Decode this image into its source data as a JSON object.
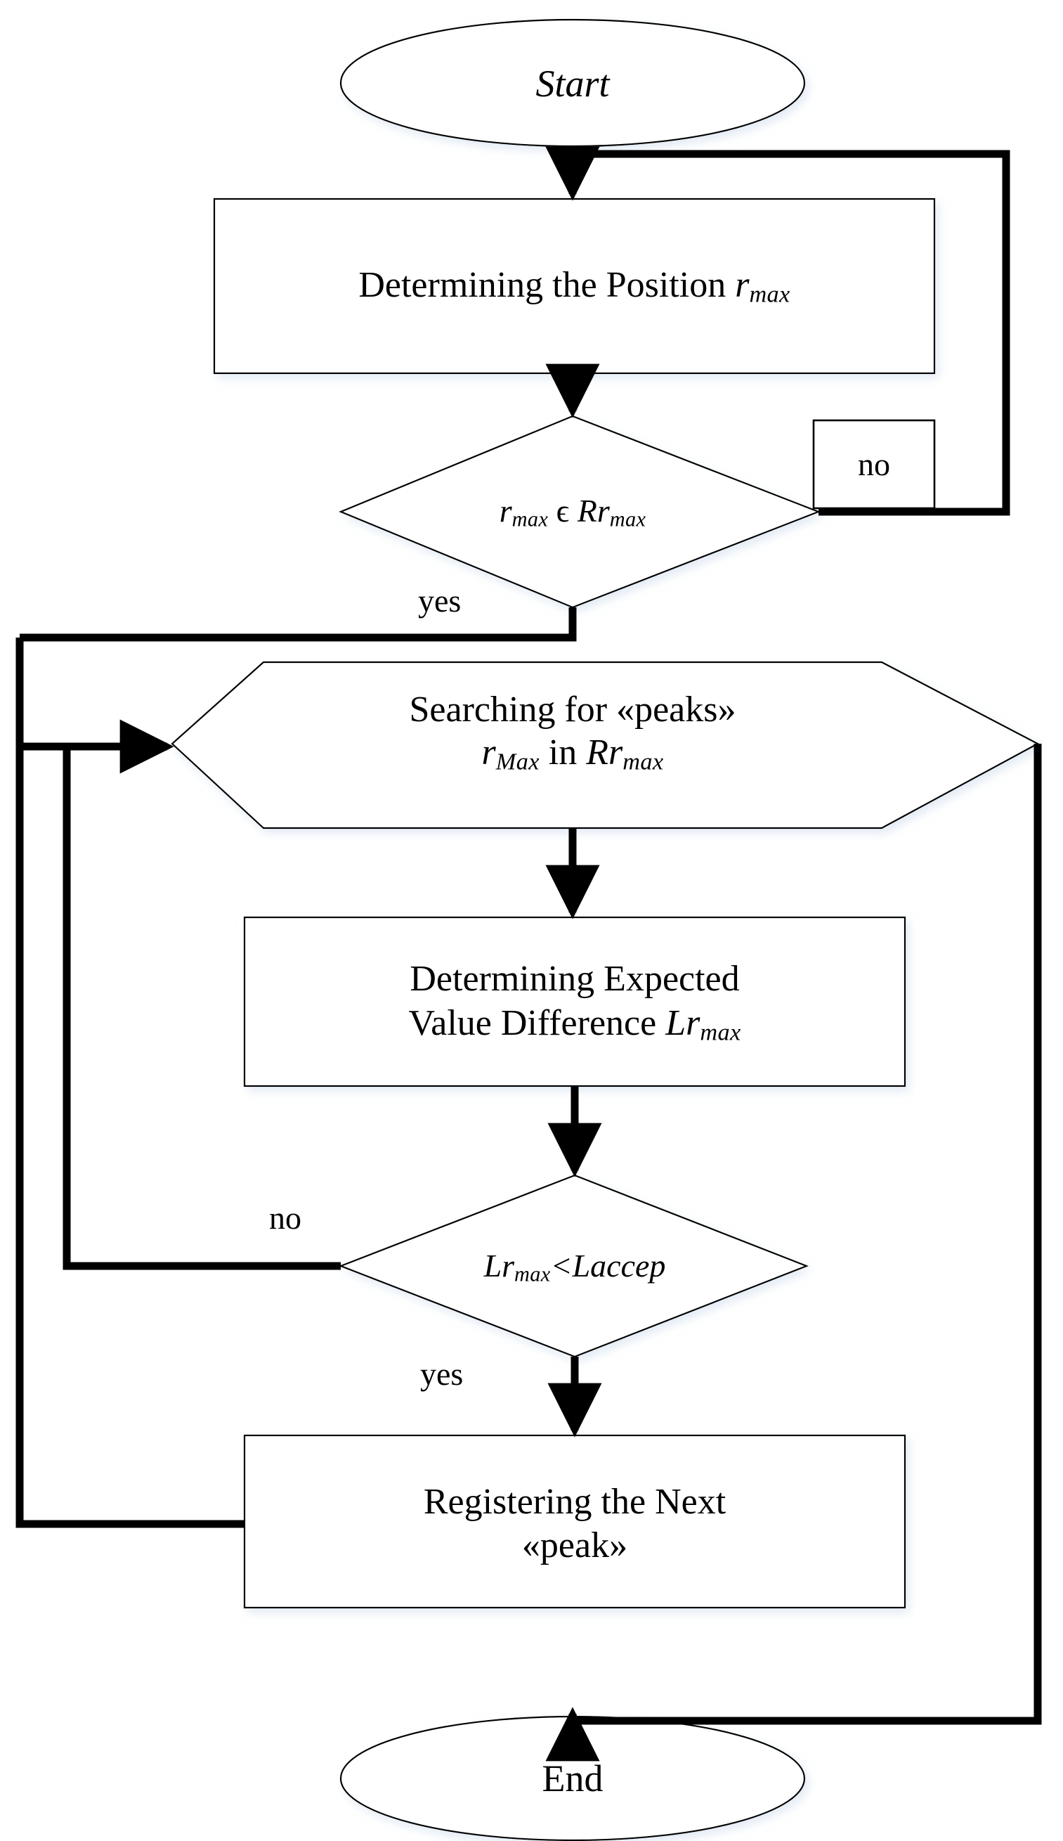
{
  "diagram": {
    "title": "Peak search algorithm flowchart",
    "colors": {
      "shape_stroke": "#000000",
      "shape_fill": "#ffffff",
      "connector": "#000000",
      "shadow": "#eef3f8",
      "background": "#ffffff"
    },
    "nodes": [
      {
        "id": "start",
        "type": "terminator",
        "label": "Start"
      },
      {
        "id": "determine_pos",
        "type": "process",
        "label_prefix": "Determining the Position ",
        "var": "r",
        "sub": "max"
      },
      {
        "id": "check_range",
        "type": "decision",
        "var1": "r",
        "sub1": "max",
        "operator": " ϵ ",
        "var2": "Rr",
        "sub2": "max"
      },
      {
        "id": "search_peaks",
        "type": "hexagon",
        "line1": "Searching for «peaks»",
        "var1": "r",
        "sub1": "Max",
        "mid": " in ",
        "var2": "Rr",
        "sub2": "max"
      },
      {
        "id": "expected_val",
        "type": "process",
        "line1": "Determining Expected",
        "line2_prefix": "Value Difference ",
        "var": "Lr",
        "sub": "max"
      },
      {
        "id": "accept_check",
        "type": "decision",
        "var1": "Lr",
        "sub1": "max",
        "operator": "<",
        "var2": "Laccep",
        "sub2": ""
      },
      {
        "id": "register_peak",
        "type": "process",
        "line1": "Registering the Next",
        "line2": "«peak»"
      },
      {
        "id": "end",
        "type": "terminator",
        "label": "End"
      }
    ],
    "edge_labels": [
      {
        "id": "no_range",
        "text": "no",
        "boxed": true
      },
      {
        "id": "yes_range",
        "text": "yes",
        "boxed": false
      },
      {
        "id": "no_accept",
        "text": "no",
        "boxed": false
      },
      {
        "id": "yes_accept",
        "text": "yes",
        "boxed": false
      }
    ]
  }
}
